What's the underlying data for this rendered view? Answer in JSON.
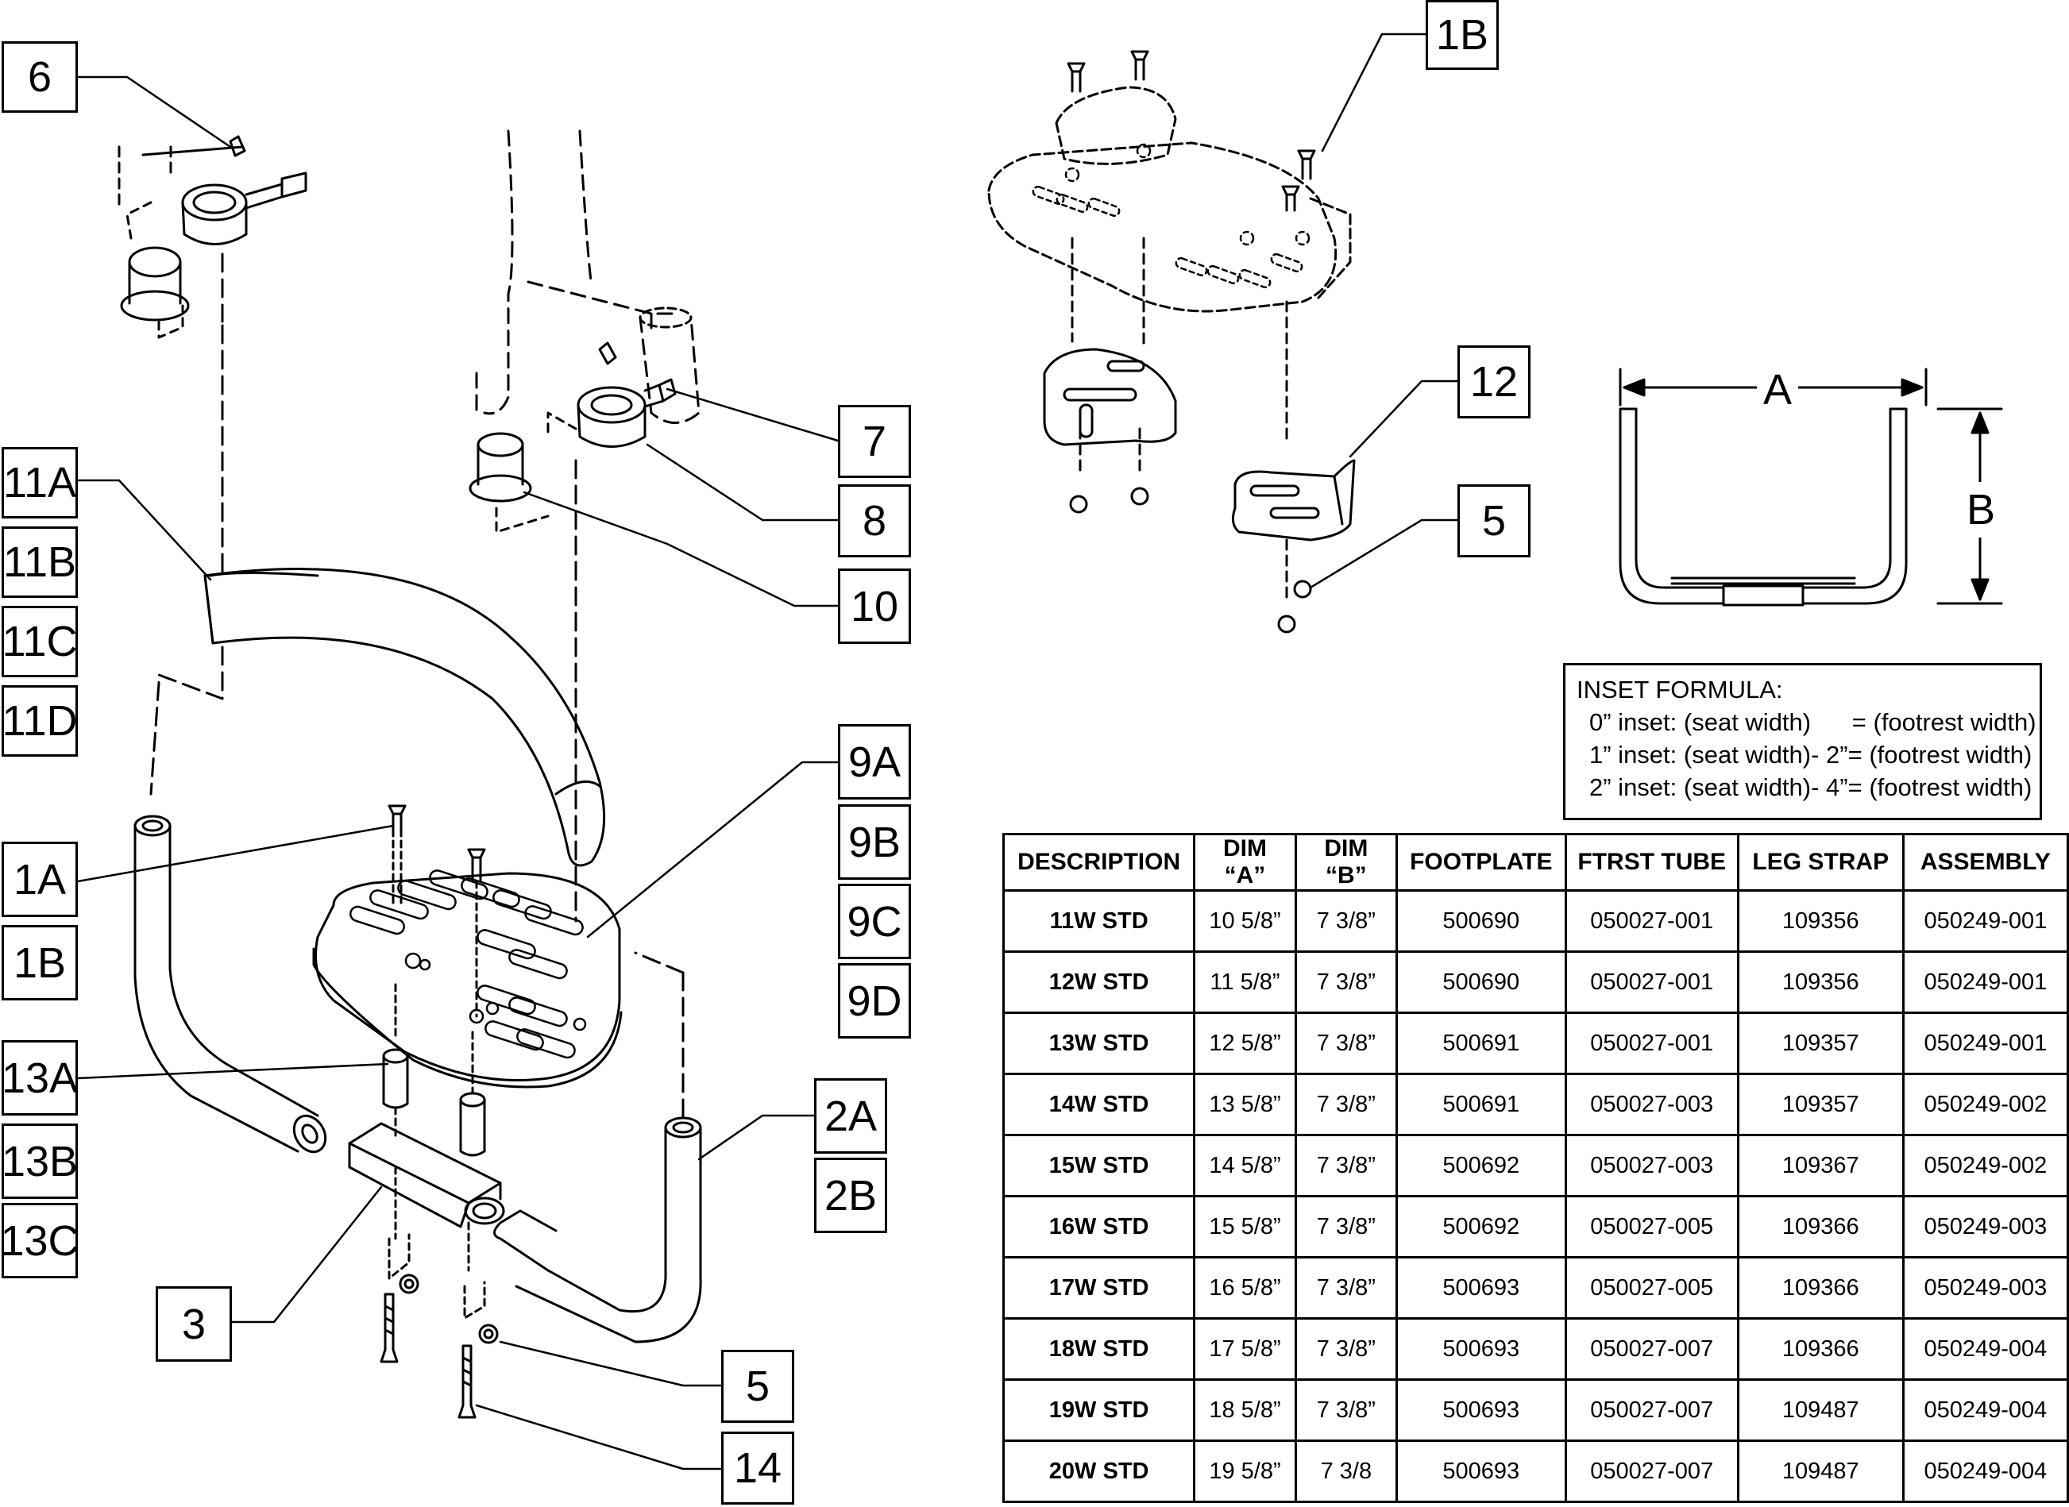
{
  "callouts": [
    {
      "id": "6",
      "label": "6"
    },
    {
      "id": "11A",
      "label": "11A"
    },
    {
      "id": "11B",
      "label": "11B"
    },
    {
      "id": "11C",
      "label": "11C"
    },
    {
      "id": "11D",
      "label": "11D"
    },
    {
      "id": "1A",
      "label": "1A"
    },
    {
      "id": "1B-left",
      "label": "1B"
    },
    {
      "id": "13A",
      "label": "13A"
    },
    {
      "id": "13B",
      "label": "13B"
    },
    {
      "id": "13C",
      "label": "13C"
    },
    {
      "id": "3",
      "label": "3"
    },
    {
      "id": "7",
      "label": "7"
    },
    {
      "id": "8",
      "label": "8"
    },
    {
      "id": "10",
      "label": "10"
    },
    {
      "id": "9A",
      "label": "9A"
    },
    {
      "id": "9B",
      "label": "9B"
    },
    {
      "id": "9C",
      "label": "9C"
    },
    {
      "id": "9D",
      "label": "9D"
    },
    {
      "id": "2A",
      "label": "2A"
    },
    {
      "id": "2B",
      "label": "2B"
    },
    {
      "id": "5-bottom",
      "label": "5"
    },
    {
      "id": "14",
      "label": "14"
    },
    {
      "id": "1B-top",
      "label": "1B"
    },
    {
      "id": "12",
      "label": "12"
    },
    {
      "id": "5-right",
      "label": "5"
    }
  ],
  "dimensions": {
    "a": "A",
    "b": "B"
  },
  "inset_formula": {
    "title": "INSET FORMULA:",
    "lines": [
      "0” inset: (seat width)      = (footrest width)",
      "1” inset: (seat width)- 2”= (footrest width)",
      "2” inset: (seat width)- 4”= (footrest width)"
    ]
  },
  "parts_table": {
    "headers": [
      "DESCRIPTION",
      "DIM “A”",
      "DIM “B”",
      "FOOTPLATE",
      "FTRST TUBE",
      "LEG STRAP",
      "ASSEMBLY"
    ],
    "rows": [
      [
        "11W STD",
        "10 5/8”",
        "7 3/8”",
        "500690",
        "050027-001",
        "109356",
        "050249-001"
      ],
      [
        "12W STD",
        "11 5/8”",
        "7 3/8”",
        "500690",
        "050027-001",
        "109356",
        "050249-001"
      ],
      [
        "13W STD",
        "12 5/8”",
        "7 3/8”",
        "500691",
        "050027-001",
        "109357",
        "050249-001"
      ],
      [
        "14W STD",
        "13 5/8”",
        "7 3/8”",
        "500691",
        "050027-003",
        "109357",
        "050249-002"
      ],
      [
        "15W STD",
        "14 5/8”",
        "7 3/8”",
        "500692",
        "050027-003",
        "109367",
        "050249-002"
      ],
      [
        "16W STD",
        "15 5/8”",
        "7 3/8”",
        "500692",
        "050027-005",
        "109366",
        "050249-003"
      ],
      [
        "17W STD",
        "16 5/8”",
        "7 3/8”",
        "500693",
        "050027-005",
        "109366",
        "050249-003"
      ],
      [
        "18W STD",
        "17 5/8”",
        "7 3/8”",
        "500693",
        "050027-007",
        "109366",
        "050249-004"
      ],
      [
        "19W STD",
        "18 5/8”",
        "7 3/8”",
        "500693",
        "050027-007",
        "109487",
        "050249-004"
      ],
      [
        "20W STD",
        "19 5/8”",
        "7 3/8",
        "500693",
        "050027-007",
        "109487",
        "050249-004"
      ]
    ]
  }
}
